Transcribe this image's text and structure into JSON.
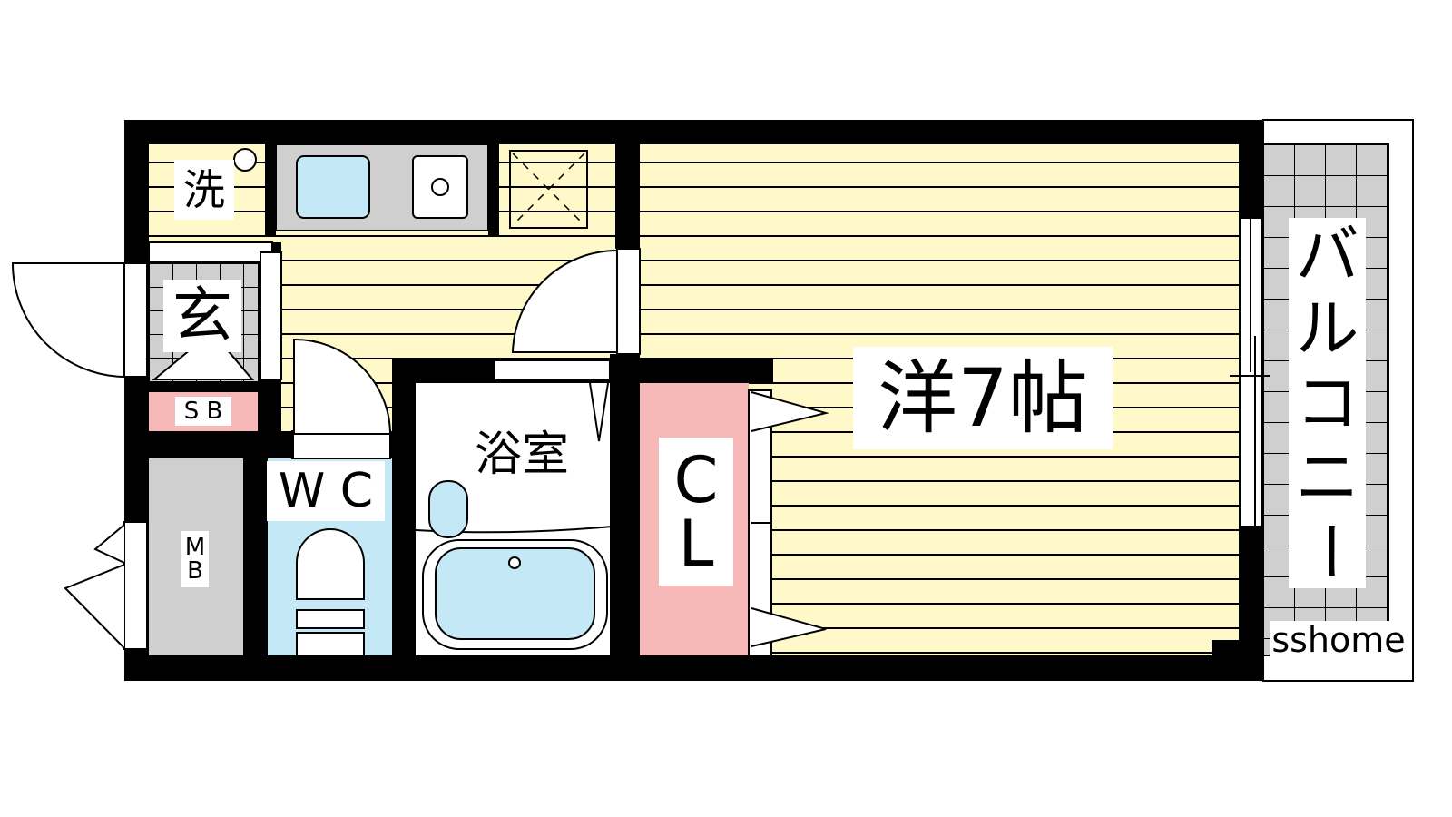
{
  "rooms": {
    "main_room": "洋7帖",
    "washer": "洗",
    "entrance": "玄",
    "shoe_box": "S B",
    "meter_box_line1": "M",
    "meter_box_line2": "B",
    "toilet": "W C",
    "bathroom": "浴室",
    "closet_line1": "C",
    "closet_line2": "L",
    "balcony": [
      "バ",
      "ル",
      "コ",
      "ニ",
      "ー"
    ]
  },
  "watermark": "sshome",
  "colors": {
    "floor_wood": "#fff9c9",
    "tile_gray": "#cfcfcf",
    "storage_pink": "#f7b8b8",
    "water_blue": "#c5e8f7",
    "wall": "#000000"
  }
}
